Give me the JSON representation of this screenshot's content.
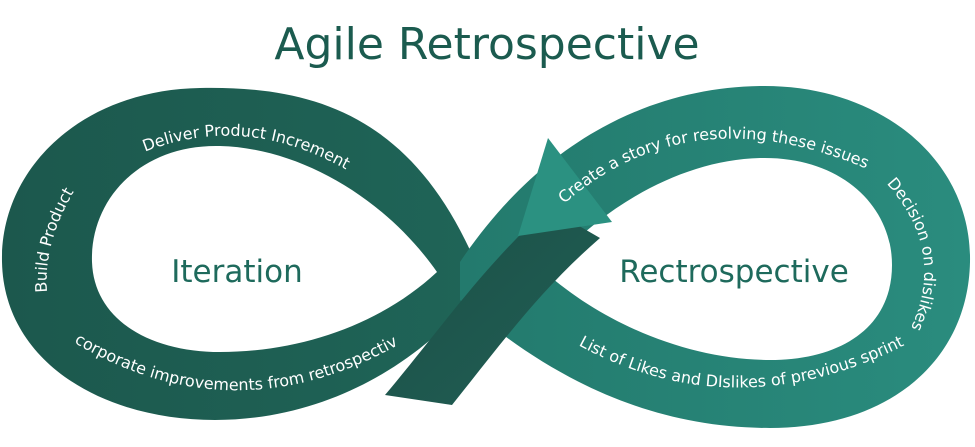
{
  "title": "Agile Retrospective",
  "colors": {
    "title": "#1b5b4f",
    "left_loop": "#1f5f53",
    "right_loop": "#26877a",
    "arrow": "#2b9181",
    "label_text": "#ffffff",
    "center_text": "#1e6a5c"
  },
  "left_loop": {
    "center_label": "Iteration",
    "steps": [
      "Deliver Product Increment",
      "Build Product",
      "Incorporate improvements from retrospective"
    ]
  },
  "right_loop": {
    "center_label": "Rectrospective",
    "steps": [
      "Create a story for resolving these issues",
      "Decision on dislikes",
      "List of Likes and DIslikes of previous sprint"
    ]
  }
}
